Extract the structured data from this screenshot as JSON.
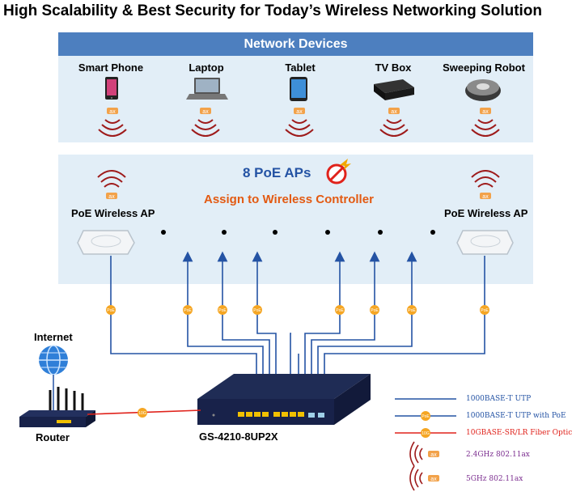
{
  "title": "High Scalability & Best Security for Today’s Wireless Networking Solution",
  "devices": {
    "header": "Network Devices",
    "items": [
      {
        "label": "Smart Phone",
        "icon": "smartphone-icon"
      },
      {
        "label": "Laptop",
        "icon": "laptop-icon"
      },
      {
        "label": "Tablet",
        "icon": "tablet-icon"
      },
      {
        "label": "TV Box",
        "icon": "tv-box-icon"
      },
      {
        "label": "Sweeping Robot",
        "icon": "robot-vacuum-icon"
      }
    ],
    "badge": "ax"
  },
  "ap_section": {
    "title": "8 PoE APs",
    "subtitle": "Assign to Wireless Controller",
    "ap_left_label": "PoE Wireless AP",
    "ap_right_label": "PoE Wireless AP",
    "badge": "ax"
  },
  "poe_badge": "PoE",
  "fiber_badge": "10G",
  "internet_label": "Internet",
  "router_label": "Router",
  "switch_label": "GS-4210-8UP2X",
  "legend": [
    {
      "text": "1000BASE-T UTP",
      "color": "#2453a4"
    },
    {
      "text": "1000BASE-T UTP with PoE",
      "color": "#2453a4"
    },
    {
      "text": "10GBASE-SR/LR Fiber Optic",
      "color": "#e0221b"
    },
    {
      "text": "2.4GHz 802.11ax",
      "color": "#7b2d8f"
    },
    {
      "text": "5GHz 802.11ax",
      "color": "#7b2d8f"
    }
  ],
  "colors": {
    "header_blue": "#4d7fbf",
    "panel": "#e2eef7",
    "line_blue": "#2453a4",
    "fiber_red": "#e0221b",
    "poe_orange": "#f5a623",
    "wifi_red": "#9e1b1b"
  }
}
